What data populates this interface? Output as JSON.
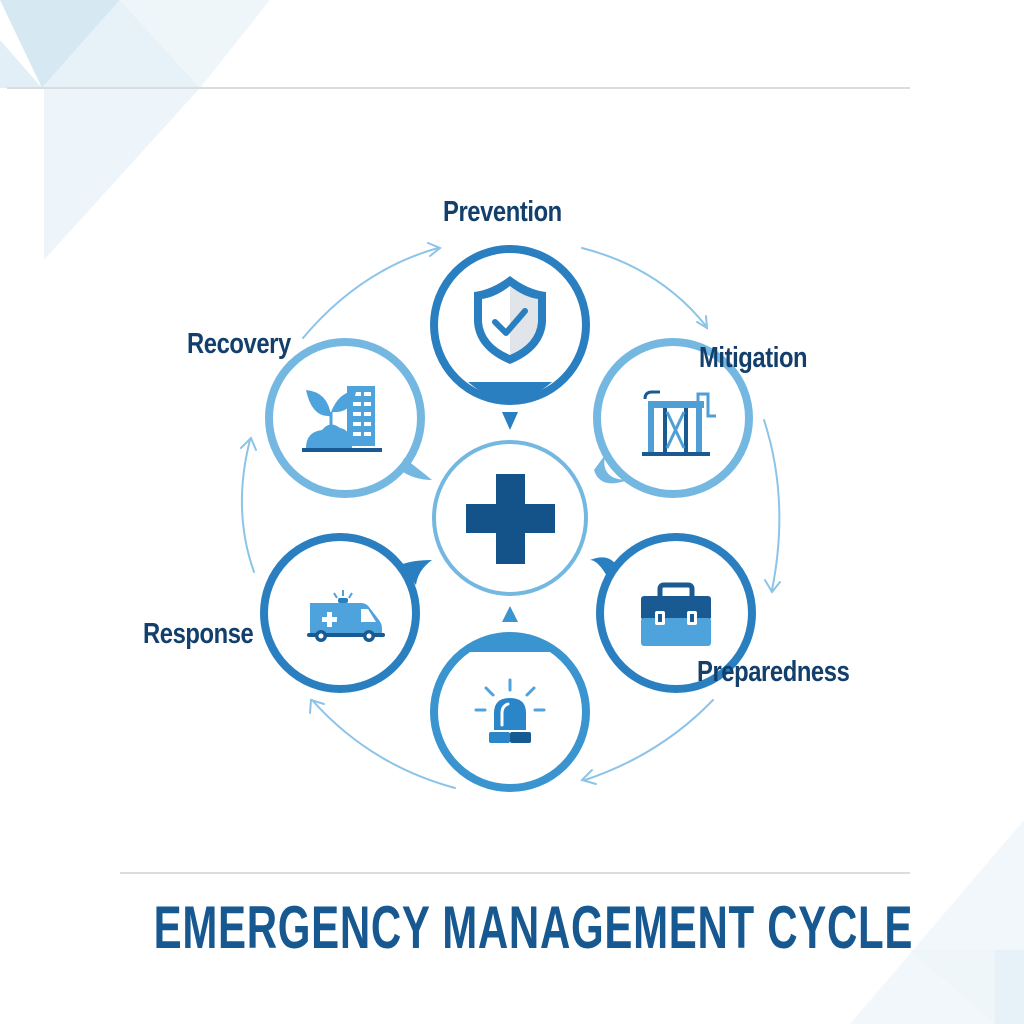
{
  "title": "EMERGENCY MANAGEMENT CYCLE",
  "colors": {
    "dark_text": "#123f6b",
    "title_blue": "#16588f",
    "ring_dark": "#2a7fc0",
    "ring_light": "#74b8e2",
    "cross_blue": "#14528a",
    "arrow": "#8cc4e8"
  },
  "center": {
    "icon": "medical-cross-icon"
  },
  "phases": [
    {
      "id": "prevention",
      "label": "Prevention",
      "icon": "shield-check-icon"
    },
    {
      "id": "mitigation",
      "label": "Mitigation",
      "icon": "infrastructure-tower-icon"
    },
    {
      "id": "preparedness",
      "label": "Preparedness",
      "icon": "toolbox-icon"
    },
    {
      "id": "alert",
      "label": "",
      "icon": "emergency-siren-icon"
    },
    {
      "id": "response",
      "label": "Response",
      "icon": "ambulance-icon"
    },
    {
      "id": "recovery",
      "label": "Recovery",
      "icon": "plant-building-icon"
    }
  ]
}
